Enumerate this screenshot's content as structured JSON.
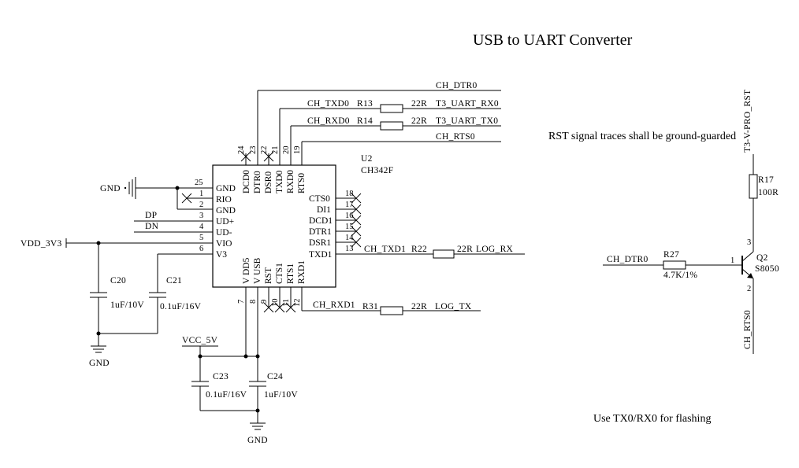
{
  "title": "USB to UART Converter",
  "notes": {
    "rst_guard": "RST signal traces shall be ground-guarded",
    "flashing": "Use TX0/RX0 for flashing"
  },
  "nets": {
    "ch_dtr0": "CH_DTR0",
    "ch_txd0": "CH_TXD0",
    "ch_rxd0": "CH_RXD0",
    "ch_rts0": "CH_RTS0",
    "t3_uart_rx0": "T3_UART_RX0",
    "t3_uart_tx0": "T3_UART_TX0",
    "ch_txd1": "CH_TXD1",
    "log_rx": "LOG_RX",
    "ch_rxd1": "CH_RXD1",
    "log_tx": "LOG_TX",
    "gnd": "GND",
    "dp": "DP",
    "dn": "DN",
    "vdd_3v3": "VDD_3V3",
    "vcc_5v": "VCC_5V",
    "t3_v_pro_rst": "T3-V-PRO_RST",
    "ch_rts0_vert": "CH_RTS0"
  },
  "ic": {
    "ref": "U2",
    "part": "CH342F",
    "left_pins": [
      {
        "num": "25",
        "name": "GND"
      },
      {
        "num": "1",
        "name": "RIO"
      },
      {
        "num": "2",
        "name": "GND"
      },
      {
        "num": "3",
        "name": "UD+"
      },
      {
        "num": "4",
        "name": "UD-"
      },
      {
        "num": "5",
        "name": "VIO"
      },
      {
        "num": "6",
        "name": "V3"
      }
    ],
    "top_pins": [
      {
        "num": "24",
        "name": "DCD0"
      },
      {
        "num": "23",
        "name": "DTR0"
      },
      {
        "num": "22",
        "name": "DSR0"
      },
      {
        "num": "21",
        "name": "TXD0"
      },
      {
        "num": "20",
        "name": "RXD0"
      },
      {
        "num": "19",
        "name": "RTS0"
      }
    ],
    "right_pins": [
      {
        "num": "18",
        "name": "CTS0"
      },
      {
        "num": "17",
        "name": "DI1"
      },
      {
        "num": "16",
        "name": "DCD1"
      },
      {
        "num": "15",
        "name": "DTR1"
      },
      {
        "num": "14",
        "name": "DSR1"
      },
      {
        "num": "13",
        "name": "TXD1"
      }
    ],
    "bottom_pins": [
      {
        "num": "7",
        "name": "V DD5"
      },
      {
        "num": "8",
        "name": "V USB"
      },
      {
        "num": "9",
        "name": "RST"
      },
      {
        "num": "10",
        "name": "CTS1"
      },
      {
        "num": "11",
        "name": "RTS1"
      },
      {
        "num": "12",
        "name": "RXD1"
      }
    ]
  },
  "resistors": {
    "r13": {
      "ref": "R13",
      "value": "22R"
    },
    "r14": {
      "ref": "R14",
      "value": "22R"
    },
    "r22": {
      "ref": "R22",
      "value": "22R"
    },
    "r31": {
      "ref": "R31",
      "value": "22R"
    },
    "r27": {
      "ref": "R27",
      "value": "4.7K/1%"
    },
    "r17": {
      "ref": "R17",
      "value": "100R"
    }
  },
  "capacitors": {
    "c20": {
      "ref": "C20",
      "value": "1uF/10V"
    },
    "c21": {
      "ref": "C21",
      "value": "0.1uF/16V"
    },
    "c23": {
      "ref": "C23",
      "value": "0.1uF/16V"
    },
    "c24": {
      "ref": "C24",
      "value": "1uF/10V"
    }
  },
  "transistor": {
    "ref": "Q2",
    "part": "S8050",
    "pin_base": "1",
    "pin_collector": "3",
    "pin_emitter": "2"
  }
}
